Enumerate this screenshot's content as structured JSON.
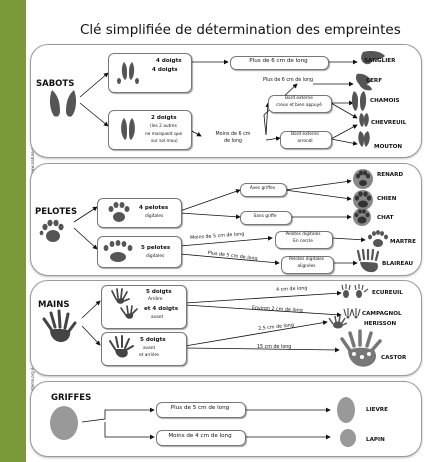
{
  "title": "Clé simplifiée de détermination des empreintes",
  "side_text_top": "www.nature-en-ville.fr",
  "side_text_bottom": "d'après www.ffaimaterre.org & www.naturalistes.com",
  "colors": {
    "sidebar": "#7a9a3a",
    "panel_border": "#9a9a9a",
    "print": "#555555",
    "box_border": "#777777"
  },
  "sabots": {
    "label": "SABOTS",
    "box4_line1": "4 doigts",
    "box4_line2": "4 doigts",
    "box2_line1": "2 doigts",
    "box2_line2": "(les 2 autres",
    "box2_line3": "ne marquent que",
    "box2_line4": "sur sol mou)",
    "plus6_top": "Plus de 6 cm de long",
    "sanglier": "SANGLIER",
    "plus6_mid": "Plus de 6 cm de long",
    "cerf": "CERF",
    "moins6_line1": "Moins de 6 cm",
    "moins6_line2": "de long",
    "bord_creux_line1": "Bord externe",
    "bord_creux_line2": "creux et bien appuyé",
    "chamois": "CHAMOIS",
    "chevreuil": "CHEVREUIL",
    "bord_arrondi_line1": "Bord externe",
    "bord_arrondi_line2": "arrondi",
    "mouton": "MOUTON"
  },
  "pelotes": {
    "label": "PELOTES",
    "box4_line1": "4 pelotes",
    "box4_line2": "digitales",
    "box5_line1": "5 pelotes",
    "box5_line2": "digitales",
    "avec_griffes": "Avec griffes",
    "renard": "RENARD",
    "chien": "CHIEN",
    "sans_griffe": "Sans griffe",
    "chat": "CHAT",
    "moins5": "Moins de 5 cm de long",
    "digit_cercle_line1": "Pelotes digitales",
    "digit_cercle_line2": "En cercle",
    "martre": "MARTRE",
    "plus5": "Plus de 5 cm de long",
    "digit_align_line1": "Pelotes digitales",
    "digit_align_line2": "alignées",
    "blaireau": "BLAIREAU"
  },
  "mains": {
    "label": "MAINS",
    "box1_line1": "5 doigts",
    "box1_line2": "Arrière",
    "box1_line3": "et 4 doigts",
    "box1_line4": "avant",
    "box2_line1": "5 doigts",
    "box2_line2": "avant",
    "box2_line3": "et arrière",
    "cm4": "4 cm de long",
    "ecureuil": "ECUREUIL",
    "environ2": "Environ 2 cm de long",
    "campagnol": "CAMPAGNOL",
    "cm25": "2,5 cm de long",
    "herisson": "HERISSON",
    "cm15": "15 cm de long",
    "castor": "CASTOR"
  },
  "griffes": {
    "label": "GRIFFES",
    "plus5": "Plus de 5 cm de long",
    "lievre": "LIEVRE",
    "moins4": "Moins de 4 cm de long",
    "lapin": "LAPIN"
  }
}
